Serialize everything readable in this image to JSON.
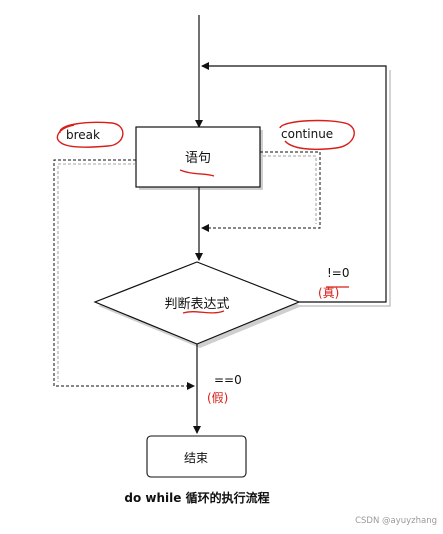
{
  "nodes": {
    "statement": "语句",
    "condition": "判断表达式",
    "end": "结束"
  },
  "labels": {
    "break": "break",
    "continue": "continue",
    "true_op": "!=0",
    "true_note": "(真)",
    "false_op": "==0",
    "false_note": "(假)"
  },
  "caption": "do while 循环的执行流程",
  "watermark": "CSDN @ayuyzhang",
  "colors": {
    "line": "#111111",
    "annotation": "#d91e18"
  }
}
